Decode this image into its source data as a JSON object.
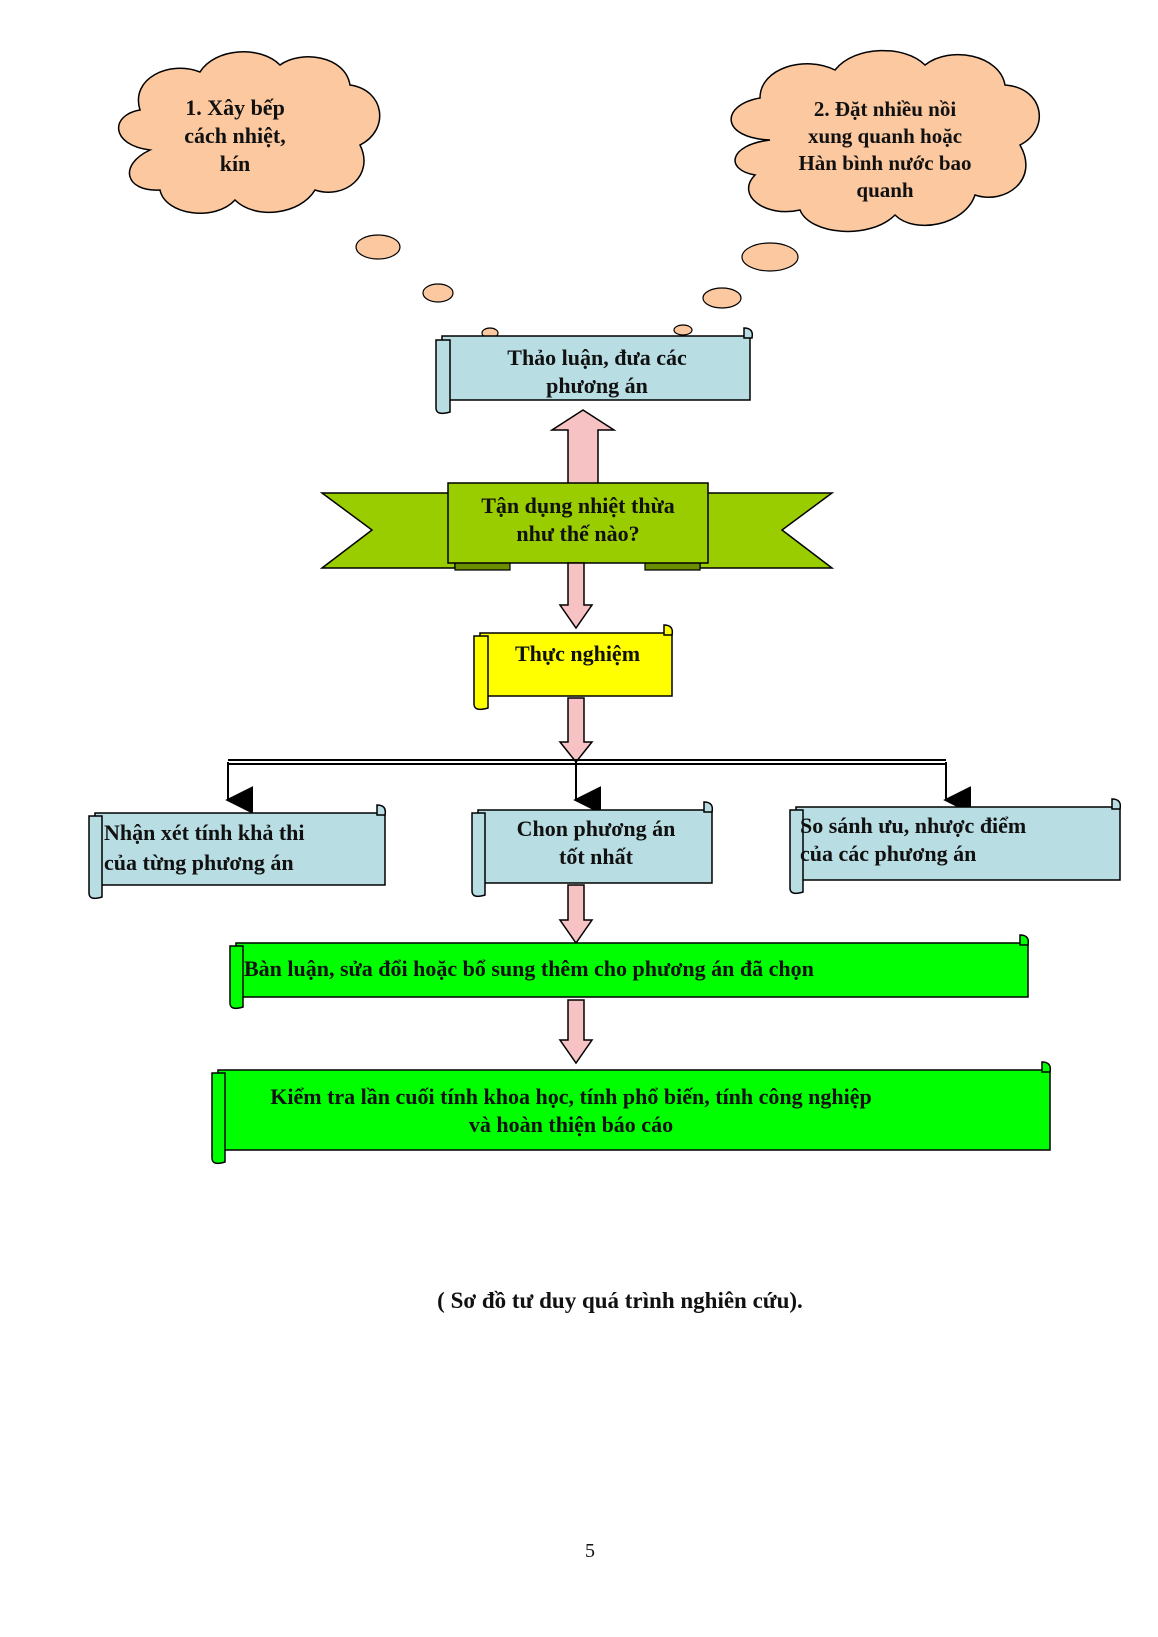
{
  "clouds": [
    {
      "text": "1. Xây bếp\ncách nhiệt,\nkín"
    },
    {
      "text": "2. Đặt nhiều nồi\nxung quanh hoặc\nHàn bình nước bao\nquanh"
    }
  ],
  "nodes": {
    "discuss": "Thảo luận, đưa các\nphương án",
    "question": "Tận dụng nhiệt thừa\nnhư thế nào?",
    "experiment": "Thực nghiệm",
    "evaluate": "Nhận xét tính khả thi\ncủa từng phương án",
    "choose": "Chon phương án\ntốt nhất",
    "compare": "So sánh ưu, nhược điểm\ncủa các phương án",
    "refine": "Bàn luận, sửa đổi hoặc bổ sung thêm cho phương án đã chọn",
    "final_check": "Kiểm tra lần cuối tính khoa học, tính phổ biến, tính công nghiệp\nvà hoàn thiện báo cáo"
  },
  "caption": "( Sơ đồ tư duy quá trình nghiên cứu).",
  "page_number": "5",
  "colors": {
    "cloud": "#fbc8a0",
    "scroll_blue": "#b8dde3",
    "scroll_yellow": "#ffff00",
    "scroll_green": "#00ff00",
    "ribbon": "#9acd00",
    "ribbon_dark": "#6b8e00",
    "arrow_pink": "#f6c2c4"
  }
}
